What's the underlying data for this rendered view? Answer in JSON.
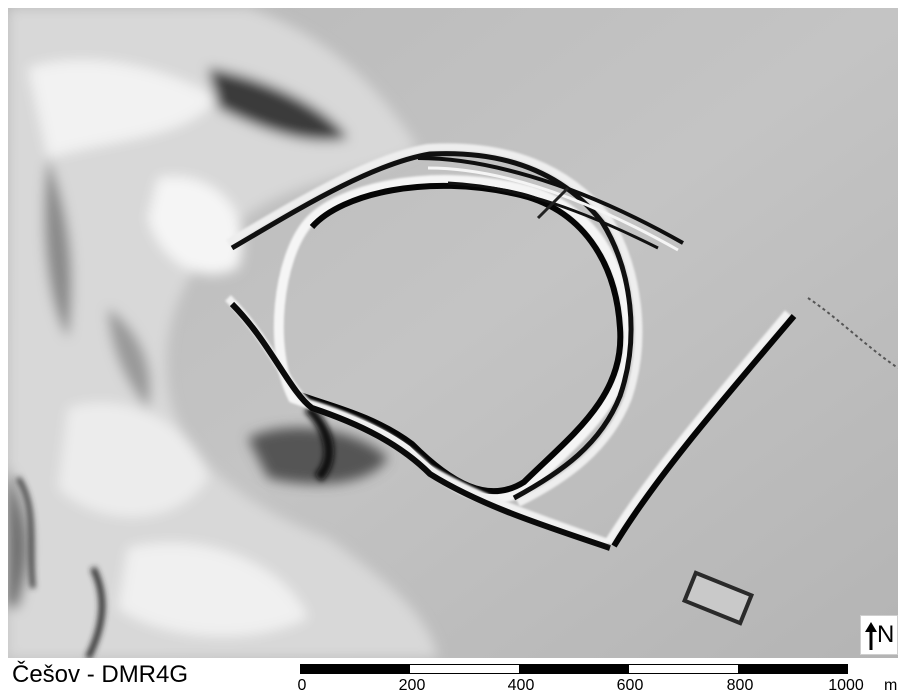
{
  "map": {
    "title": "Češov - DMR4G",
    "north_label": "N",
    "north_icon": "north-arrow-icon",
    "scale": {
      "ticks": [
        "0",
        "200",
        "400",
        "600",
        "800",
        "1000"
      ],
      "unit": "m",
      "colors": [
        "#000000",
        "#ffffff",
        "#000000",
        "#ffffff",
        "#000000"
      ]
    },
    "colors": {
      "terrain": "#bdbdbd",
      "shadow": "#0a0a0a",
      "highlight": "#fafafa"
    }
  }
}
